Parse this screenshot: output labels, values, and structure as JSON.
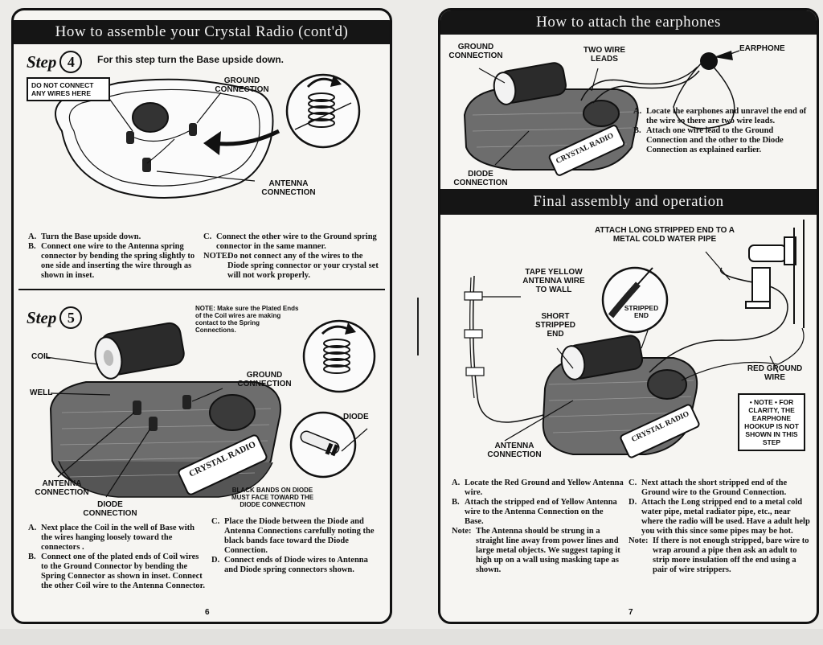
{
  "left": {
    "banner": "How to assemble your Crystal Radio (cont'd)",
    "step4": {
      "label": "Step",
      "num": "4",
      "instruction": "For this step turn the Base upside down.",
      "no_connect": "DO NOT CONNECT ANY WIRES HERE",
      "ground": "GROUND CONNECTION",
      "antenna": "ANTENNA CONNECTION",
      "a_key": "A.",
      "a_text": "Turn the Base upside down.",
      "b_key": "B.",
      "b_text": "Connect one wire to the Antenna spring connector by bending the spring slightly to one side and inserting the wire through as shown in inset.",
      "c_key": "C.",
      "c_text": "Connect the other wire to the Ground spring connector in the same manner.",
      "note_key": "NOTE:",
      "note_text": "Do not connect any of the wires to the Diode spring connector or your crystal set will not work properly."
    },
    "step5": {
      "label": "Step",
      "num": "5",
      "note": "NOTE: Make sure the Plated Ends of the Coil wires are making contact to the Spring Connections.",
      "coil": "COIL",
      "well": "WELL",
      "ground": "GROUND CONNECTION",
      "diode": "DIODE",
      "antenna": "ANTENNA CONNECTION",
      "diode_conn": "DIODE CONNECTION",
      "bands": "BLACK BANDS ON DIODE MUST FACE TOWARD THE DIODE CONNECTION",
      "brand": "CRYSTAL RADIO",
      "a_key": "A.",
      "a_text": "Next place the Coil in the well of Base with the wires hanging loosely toward the connectors .",
      "b_key": "B.",
      "b_text": "Connect one of the plated ends of Coil wires to the Ground Connector by bending the Spring Connector as shown in inset. Connect the other Coil wire to the Antenna Connector.",
      "c_key": "C.",
      "c_text": "Place the Diode between the Diode and Antenna Connections carefully noting the black bands face toward the Diode Connection.",
      "d_key": "D.",
      "d_text": "Connect ends of Diode wires to Antenna and Diode spring connectors shown."
    },
    "page_num": "6"
  },
  "right": {
    "banner1": "How to attach the earphones",
    "ground": "GROUND CONNECTION",
    "two_wire": "TWO WIRE LEADS",
    "earphone": "EARPHONE",
    "diode_conn": "DIODE CONNECTION",
    "brand": "CRYSTAL RADIO",
    "ear_a_key": "A.",
    "ear_a_text": "Locate the earphones and unravel the end of the wire so there are two wire leads.",
    "ear_b_key": "B.",
    "ear_b_text": "Attach one wire lead to the Ground Connection and the other to the Diode Connection as explained earlier.",
    "banner2": "Final assembly and operation",
    "attach_long": "ATTACH LONG STRIPPED END TO A METAL COLD WATER PIPE",
    "tape": "TAPE YELLOW ANTENNA WIRE TO WALL",
    "short": "SHORT STRIPPED END",
    "stripped": "STRIPPED END",
    "red_ground": "RED GROUND WIRE",
    "antenna_conn": "ANTENNA CONNECTION",
    "note_box": "• NOTE • FOR CLARITY, THE EARPHONE HOOKUP IS NOT SHOWN IN THIS STEP",
    "fin_a_key": "A.",
    "fin_a_text": "Locate the Red Ground and Yellow Antenna wire.",
    "fin_b_key": "B.",
    "fin_b_text": "Attach the stripped end of Yellow Antenna wire to the Antenna Connection on the Base.",
    "fin_note_key": "Note:",
    "fin_note_text": "The Antenna should be strung in a straight line away from power lines and large metal objects. We suggest taping it high up on a wall using masking tape as shown.",
    "fin_c_key": "C.",
    "fin_c_text": "Next attach the short stripped end of the Ground wire to the Ground Connection.",
    "fin_d_key": "D.",
    "fin_d_text": "Attach the Long stripped end to a metal cold water pipe, metal radiator pipe, etc., near where the radio will be used. Have a adult help you with this since some pipes may be hot.",
    "fin_note2_key": "Note:",
    "fin_note2_text": "If there is not enough stripped, bare wire to wrap around a pipe then ask an adult to strip more insulation off the end using a pair of wire strippers.",
    "page_num": "7"
  }
}
